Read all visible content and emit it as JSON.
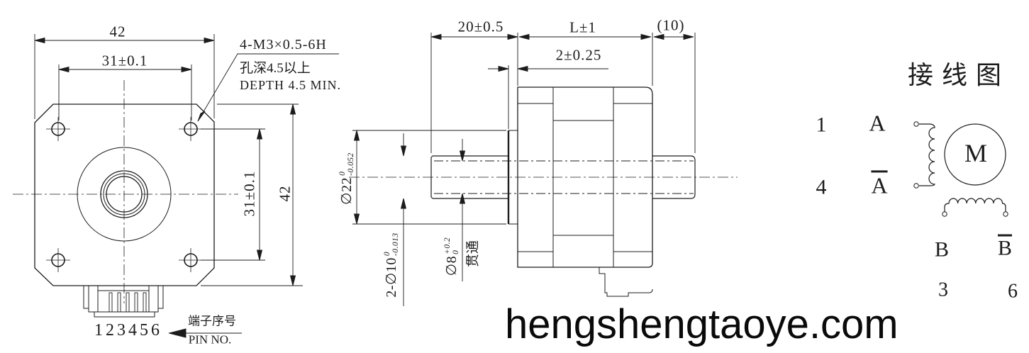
{
  "front_view": {
    "dim_width_top": "42",
    "dim_hole_spacing_top": "31±0.1",
    "thread_note_line1": "4-M3×0.5-6H",
    "thread_note_line2": "孔深4.5以上",
    "thread_note_line3": "DEPTH 4.5 MIN.",
    "dim_hole_spacing_right": "31±0.1",
    "dim_height_right": "42",
    "pin_numbers": "123456",
    "pin_note_cn": "端子序号",
    "pin_note_en": "PIN NO."
  },
  "side_view": {
    "dim_shaft_length": "20±0.5",
    "dim_body_length": "L±1",
    "dim_rear_shaft": "(10)",
    "dim_boss_depth": "2±0.25",
    "dia_boss": {
      "text": "∅22",
      "tol_upper": "0",
      "tol_lower": "-0.052"
    },
    "dia_shaft": {
      "text": "2-∅10",
      "tol_upper": "0",
      "tol_lower": "-0.013"
    },
    "dia_bore": {
      "text": "∅8",
      "tol_upper": "+0.2",
      "tol_lower": "0"
    },
    "bore_through_note": "贯通"
  },
  "wiring_diagram": {
    "title": "接线图",
    "pin1": "1",
    "phase_a": "A",
    "pin4": "4",
    "phase_a_bar": "A",
    "phase_b": "B",
    "phase_b_bar": "B",
    "pin3": "3",
    "pin6": "6",
    "motor_label": "M"
  },
  "watermark": "hengshengtaoye.com",
  "colors": {
    "line": "#1c1c1c",
    "background": "#ffffff"
  }
}
